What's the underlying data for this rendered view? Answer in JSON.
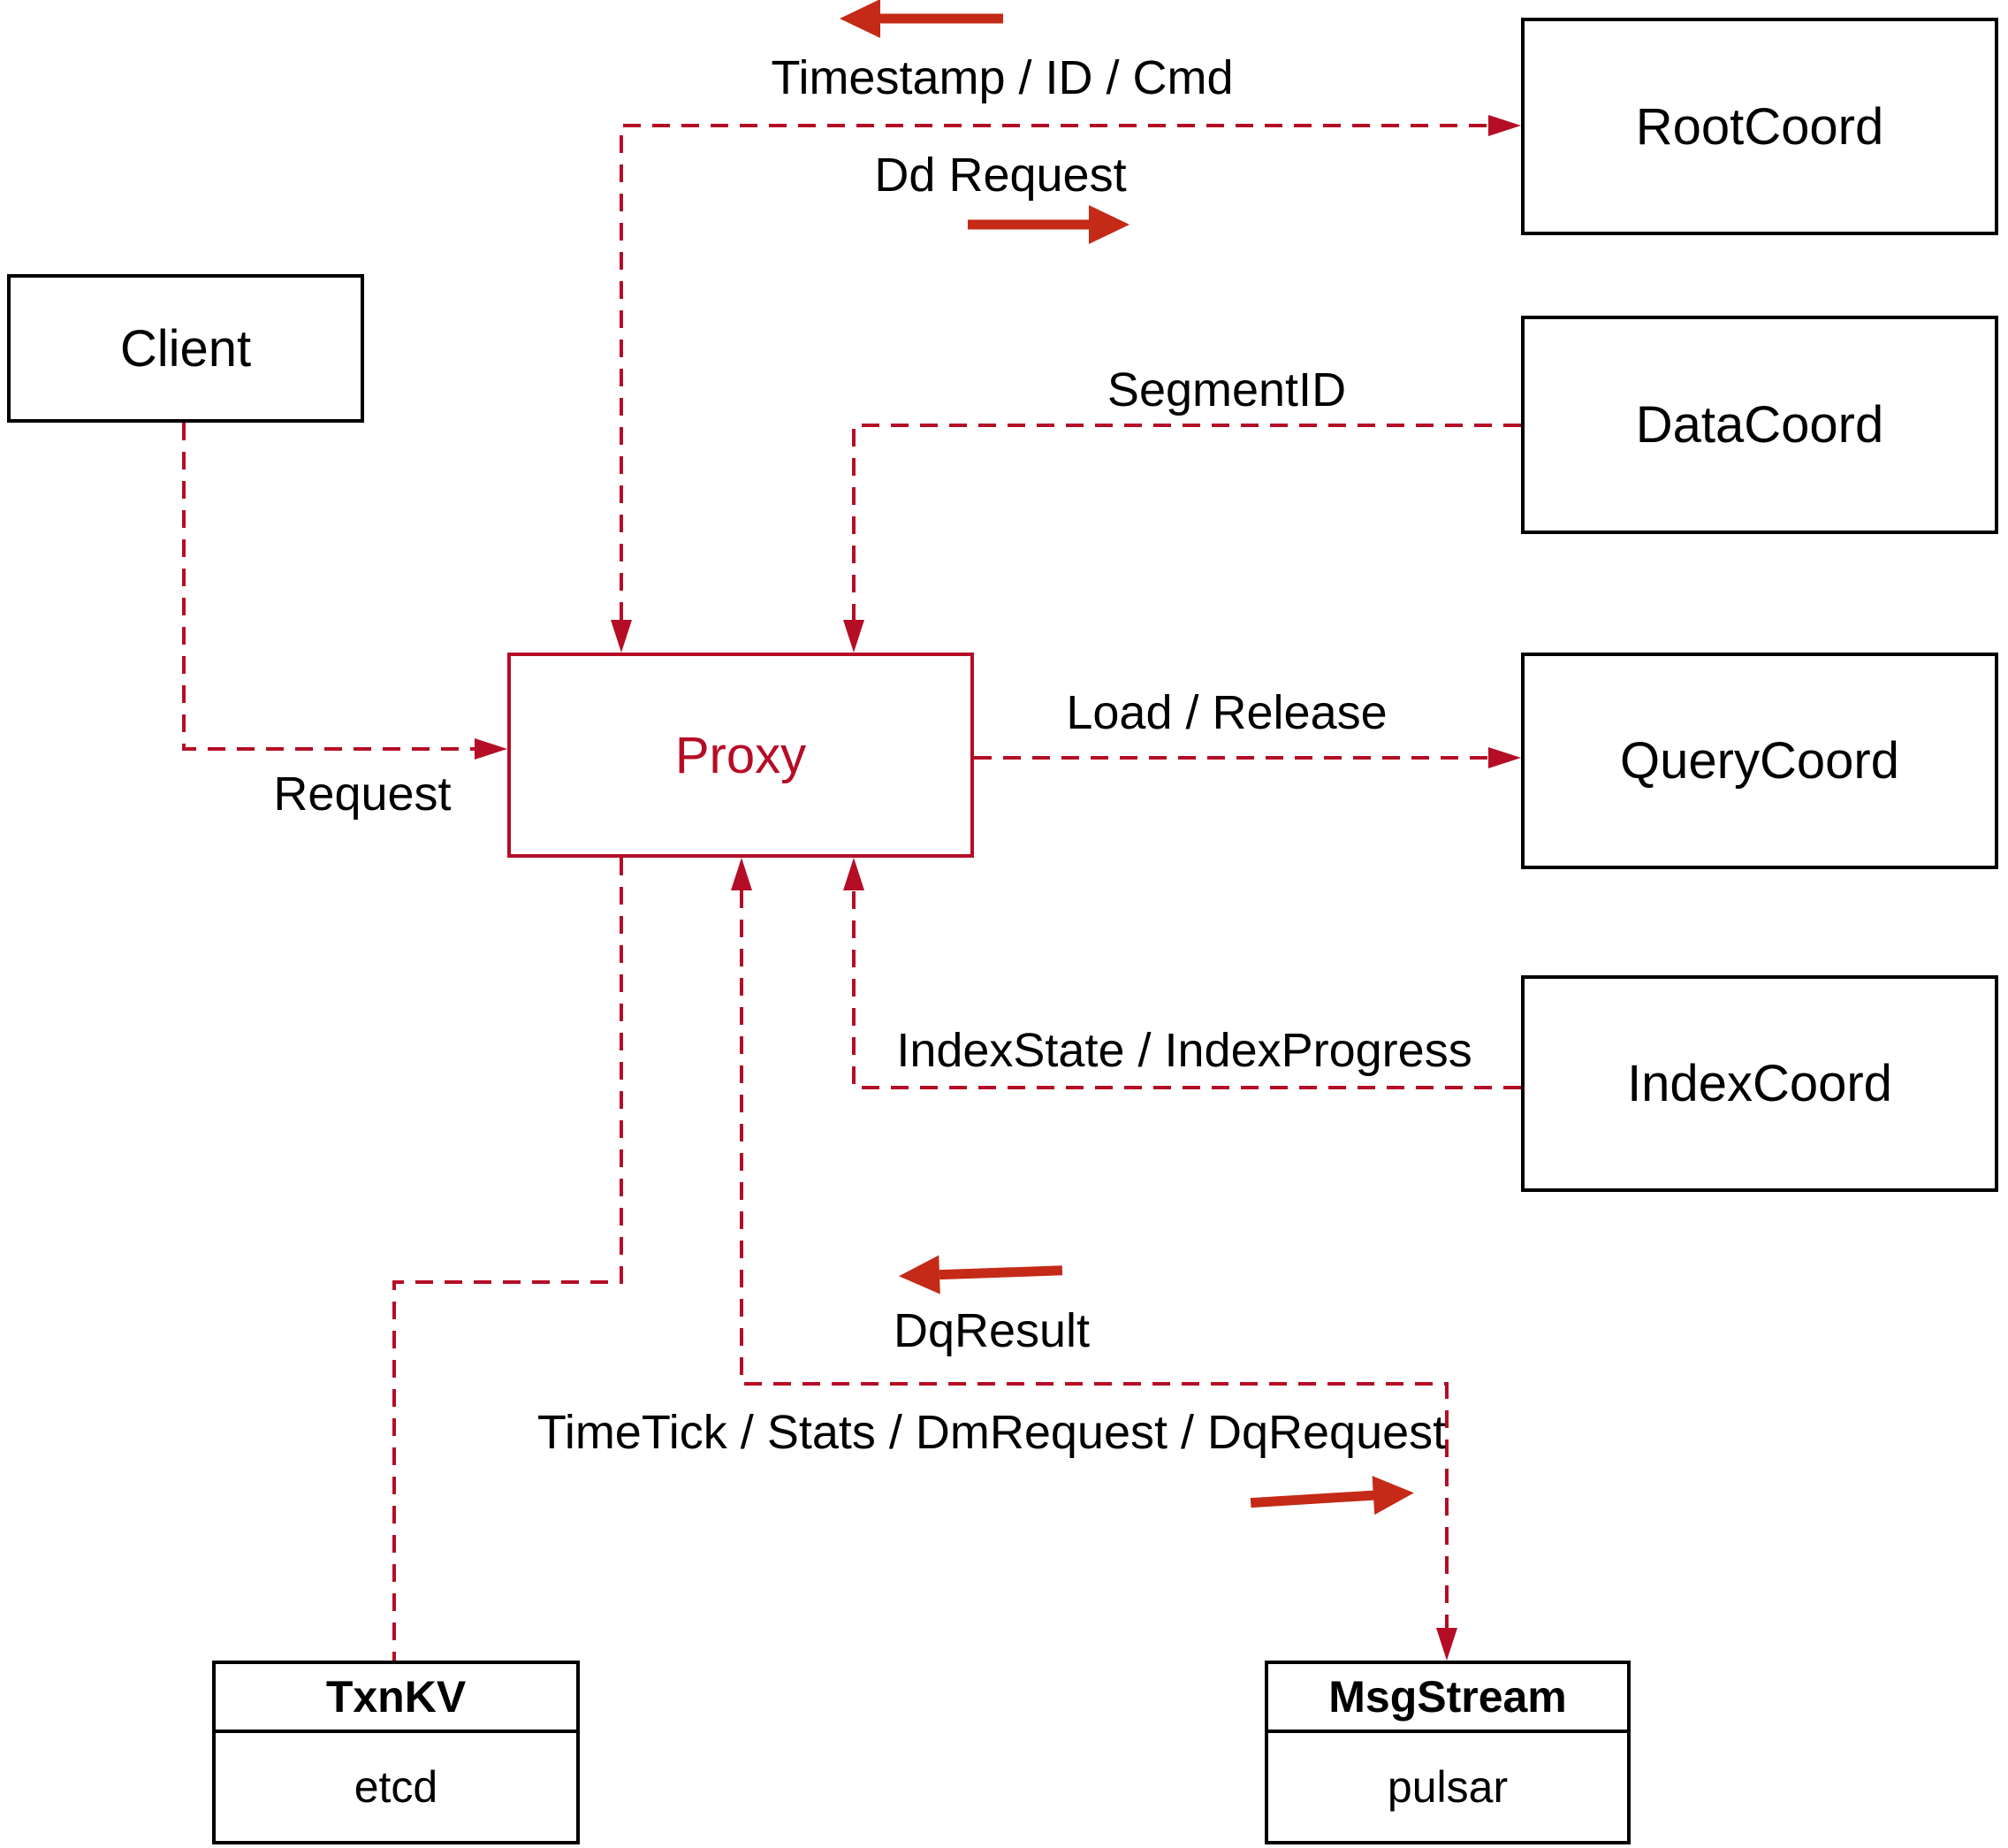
{
  "nodes": {
    "client": {
      "label": "Client"
    },
    "proxy": {
      "label": "Proxy"
    },
    "rootcoord": {
      "label": "RootCoord"
    },
    "datacoord": {
      "label": "DataCoord"
    },
    "querycoord": {
      "label": "QueryCoord"
    },
    "indexcoord": {
      "label": "IndexCoord"
    },
    "txnkv": {
      "title": "TxnKV",
      "impl": "etcd"
    },
    "msgstream": {
      "title": "MsgStream",
      "impl": "pulsar"
    }
  },
  "edges": {
    "timestamp": {
      "label": "Timestamp / ID / Cmd"
    },
    "dd_request": {
      "label": "Dd Request"
    },
    "segment_id": {
      "label": "SegmentID"
    },
    "request": {
      "label": "Request"
    },
    "load_release": {
      "label": "Load / Release"
    },
    "index_state": {
      "label": "IndexState / IndexProgress"
    },
    "dq_result": {
      "label": "DqResult"
    },
    "timetick": {
      "label": "TimeTick / Stats / DmRequest / DqRequest"
    }
  },
  "colors": {
    "dashed": "#b50d26",
    "solid_arrow": "#c42a17",
    "box_border": "#000000",
    "text": "#000000",
    "background": "#ffffff"
  }
}
